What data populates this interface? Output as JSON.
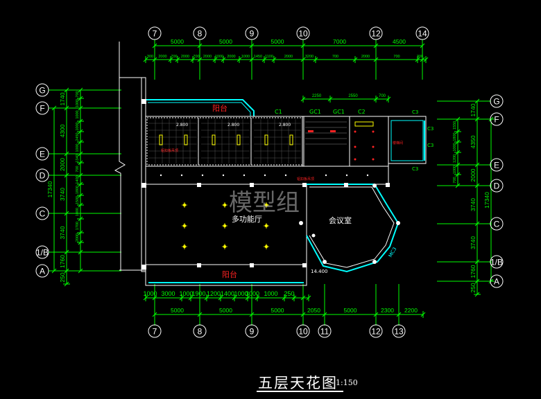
{
  "drawing": {
    "title": "五层天花图",
    "scale": "1:150",
    "watermark": "模型组"
  },
  "colors": {
    "background": "#000000",
    "wall": "#ffffff",
    "dimension": "#00ff00",
    "axis": "#ffffff",
    "cyan": "#00ffff",
    "red_text": "#ff2222",
    "yellow": "#ffff00"
  },
  "axes": {
    "top": [
      "7",
      "8",
      "9",
      "10",
      "12",
      "14"
    ],
    "bottom": [
      "7",
      "8",
      "9",
      "10",
      "11",
      "12",
      "13"
    ],
    "left": [
      "G",
      "F",
      "E",
      "D",
      "C",
      "1/B",
      "A"
    ],
    "right": [
      "G",
      "F",
      "E",
      "D",
      "C",
      "1/B",
      "A"
    ]
  },
  "dimensions": {
    "top_main": [
      "5000",
      "5000",
      "5000",
      "7000",
      "4500"
    ],
    "top_sub": [
      "300",
      "2000",
      "700",
      "2000",
      "700",
      "2000",
      "1000",
      "2000",
      "1000",
      "1450",
      "1100",
      "2000",
      "3200",
      "700",
      "2000",
      "700",
      "300"
    ],
    "small_top": [
      "2250",
      "2550",
      "700"
    ],
    "bottom_sub": [
      "1000",
      "3000",
      "1000",
      "1900",
      "1200",
      "1400",
      "1000",
      "3000",
      "1000",
      "250"
    ],
    "bottom_main": [
      "5000",
      "5000",
      "5000",
      "2050",
      "5000",
      "2300",
      "2200"
    ],
    "left_outer": [
      "17340"
    ],
    "left_main": [
      "1740",
      "4300",
      "2000",
      "3740",
      "3740",
      "1760",
      "250"
    ],
    "left_inner": [
      "700",
      "1000",
      "1000",
      "1000",
      "2450",
      "1000",
      "1340",
      "700",
      "1400",
      "1800",
      "1500",
      "1000",
      "1700",
      "2000"
    ],
    "right_outer": [
      "17340"
    ],
    "right_main": [
      "1740",
      "4350",
      "2000",
      "3740",
      "3740",
      "1760",
      "250"
    ],
    "right_inner": [
      "1550",
      "1800",
      "1000",
      "1200",
      "1000",
      "700"
    ]
  },
  "rooms": {
    "balcony_top": "阳台",
    "balcony_bottom": "阳台",
    "hall": "多功能厅",
    "meeting": "会议室"
  },
  "labels": {
    "ceiling_heights": [
      "2.800",
      "2.800",
      "2.800"
    ],
    "window_tags": [
      "C1",
      "GC1",
      "GC1",
      "C2",
      "C3",
      "C3",
      "C3",
      "C3"
    ],
    "level": "14.400",
    "corner_tag": "MC3",
    "corridor_note": "铝扣板吊顶",
    "room_note": "铝扣板吊顶",
    "stair_note": "楼梯间"
  }
}
